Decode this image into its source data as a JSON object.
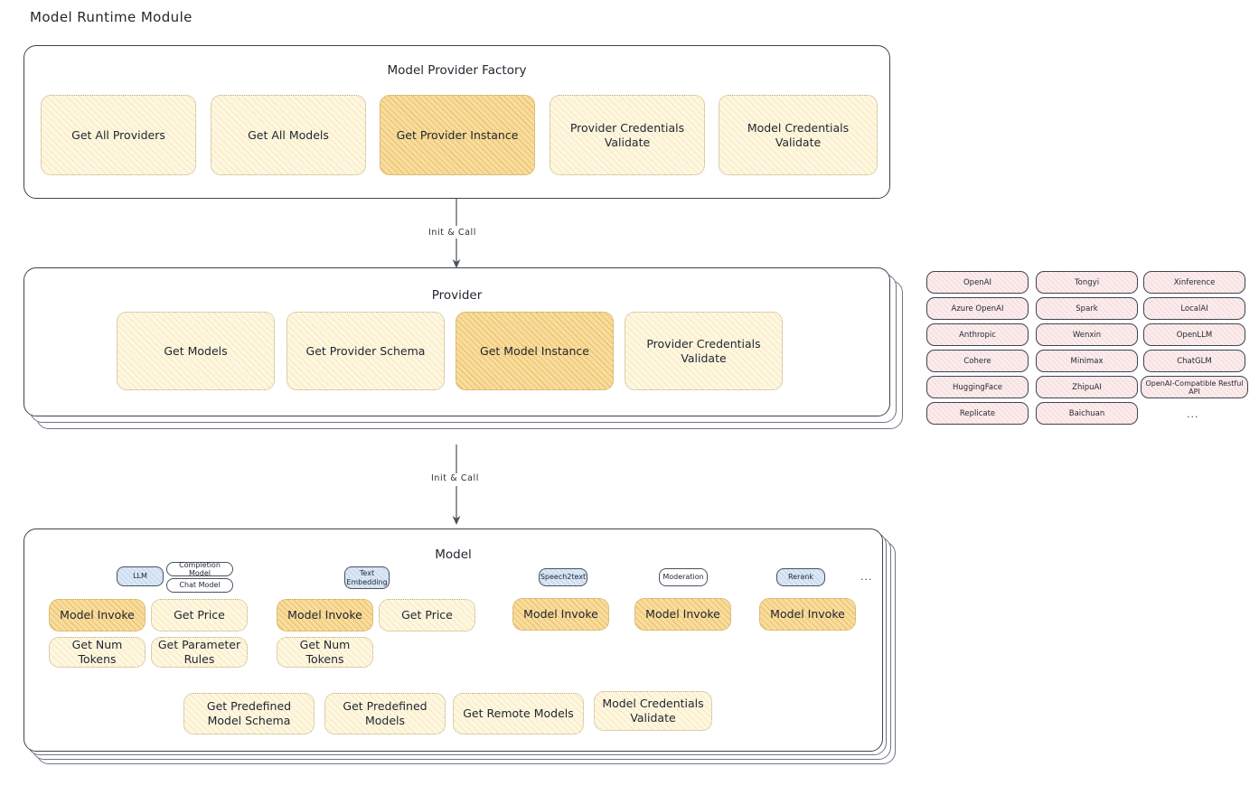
{
  "page": {
    "title": "Model Runtime Module"
  },
  "factory": {
    "title": "Model Provider Factory",
    "methods": [
      {
        "label": "Get All Providers",
        "highlight": false
      },
      {
        "label": "Get All Models",
        "highlight": false
      },
      {
        "label": "Get Provider Instance",
        "highlight": true
      },
      {
        "label": "Provider Credentials Validate",
        "highlight": false
      },
      {
        "label": "Model Credentials Validate",
        "highlight": false
      }
    ]
  },
  "arrows": [
    {
      "label": "Init & Call"
    },
    {
      "label": "Init & Call"
    }
  ],
  "provider": {
    "title": "Provider",
    "methods": [
      {
        "label": "Get Models",
        "highlight": false
      },
      {
        "label": "Get Provider Schema",
        "highlight": false
      },
      {
        "label": "Get Model Instance",
        "highlight": true
      },
      {
        "label": "Provider Credentials Validate",
        "highlight": false
      }
    ]
  },
  "provider_list": {
    "columns": [
      [
        "OpenAI",
        "Azure OpenAI",
        "Anthropic",
        "Cohere",
        "HuggingFace",
        "Replicate"
      ],
      [
        "Tongyi",
        "Spark",
        "Wenxin",
        "Minimax",
        "ZhipuAI",
        "Baichuan"
      ],
      [
        "Xinference",
        "LocalAI",
        "OpenLLM",
        "ChatGLM",
        "OpenAI-Compatible Restful API"
      ]
    ],
    "ellipsis": "..."
  },
  "model": {
    "title": "Model",
    "types": [
      {
        "name": "LLM",
        "blue": true,
        "subtypes": [
          "Completion Model",
          "Chat Model"
        ],
        "methods": [
          "Model Invoke",
          "Get Price",
          "Get Num Tokens",
          "Get Parameter Rules"
        ]
      },
      {
        "name": "Text Embedding",
        "blue": true,
        "subtypes": [],
        "methods": [
          "Model Invoke",
          "Get Price",
          "Get Num Tokens"
        ]
      },
      {
        "name": "Speech2text",
        "blue": true,
        "subtypes": [],
        "methods": [
          "Model Invoke"
        ]
      },
      {
        "name": "Moderation",
        "blue": false,
        "subtypes": [],
        "methods": [
          "Model Invoke"
        ]
      },
      {
        "name": "Rerank",
        "blue": true,
        "subtypes": [],
        "methods": [
          "Model Invoke"
        ]
      }
    ],
    "types_ellipsis": "...",
    "shared_methods": [
      "Get Predefined Model Schema",
      "Get Predefined Models",
      "Get Remote Models",
      "Model Credentials Validate"
    ]
  },
  "colors": {
    "highlight_fill": "#f8dda0",
    "light_fill": "#fdf7e2",
    "chip_fill": "#fbeced",
    "pill_blue": "#dbe8f6",
    "stroke": "#3d4450"
  }
}
